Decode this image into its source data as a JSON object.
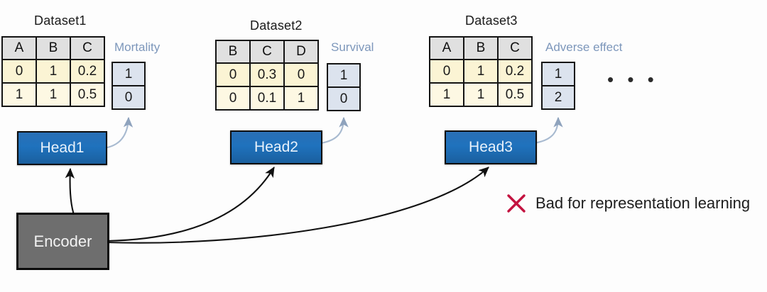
{
  "figure": {
    "background_color": "#fdfdfd",
    "accent_blue": "#1f72bd",
    "label_text_color": "#7d97bb",
    "encoder_color": "#6e6e6e",
    "x_mark_color": "#c3123f",
    "cell_yellow": "#fbf4d4",
    "header_gray": "#e0e0e0",
    "label_cell_blue": "#dce3ee"
  },
  "datasets": [
    {
      "title": "Dataset1",
      "columns": [
        "A",
        "B",
        "C"
      ],
      "rows": [
        [
          "0",
          "1",
          "0.2"
        ],
        [
          "1",
          "1",
          "0.5"
        ]
      ],
      "label_name": "Mortality",
      "label_values": [
        "1",
        "0"
      ],
      "head_label": "Head1"
    },
    {
      "title": "Dataset2",
      "columns": [
        "B",
        "C",
        "D"
      ],
      "rows": [
        [
          "0",
          "0.3",
          "0"
        ],
        [
          "0",
          "0.1",
          "1"
        ]
      ],
      "label_name": "Survival",
      "label_values": [
        "1",
        "0"
      ],
      "head_label": "Head2"
    },
    {
      "title": "Dataset3",
      "columns": [
        "A",
        "B",
        "C"
      ],
      "rows": [
        [
          "0",
          "1",
          "0.2"
        ],
        [
          "1",
          "1",
          "0.5"
        ]
      ],
      "label_name": "Adverse  effect",
      "label_values": [
        "1",
        "2"
      ],
      "head_label": "Head3"
    }
  ],
  "ellipsis": "• • •",
  "encoder": {
    "label": "Encoder"
  },
  "note": {
    "icon": "x-cross-icon",
    "text": "Bad for representation learning"
  }
}
